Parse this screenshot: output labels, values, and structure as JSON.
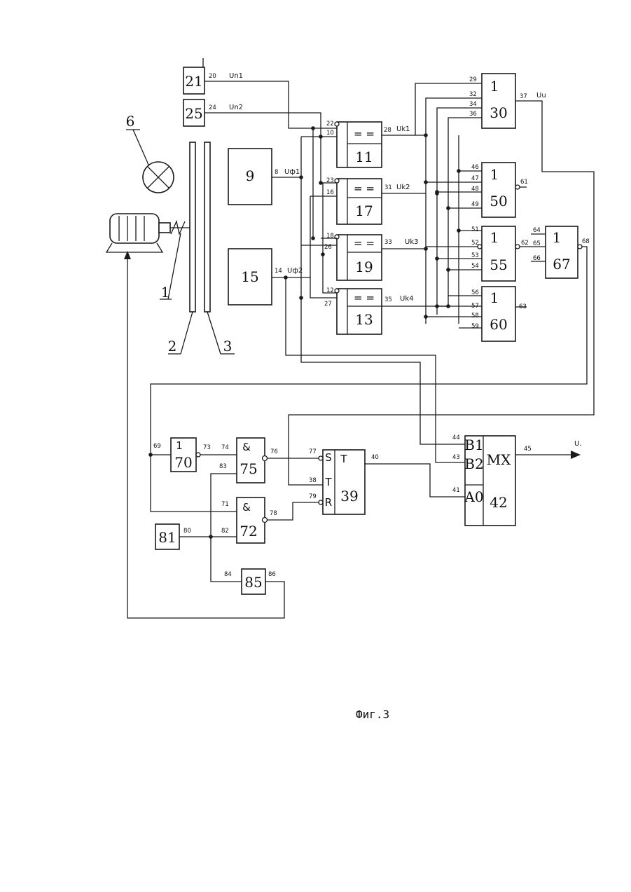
{
  "figure": {
    "caption": "Фиг.3"
  },
  "blocks": {
    "b21": "21",
    "b25": "25",
    "b9": "9",
    "b15": "15",
    "b11": "11",
    "b17": "17",
    "b19": "19",
    "b13": "13",
    "b30": "30",
    "b50": "50",
    "b55": "55",
    "b60": "60",
    "b67": "67",
    "b70": "70",
    "b75": "75",
    "b72": "72",
    "b39": "39",
    "b42": "42",
    "b81": "81",
    "b85": "85"
  },
  "block_symbols": {
    "or": "1",
    "and": "&",
    "cmp": "= =",
    "trigger": "T",
    "mux": "MX",
    "s": "S",
    "t": "T",
    "r": "R",
    "b1": "B1",
    "b2": "B2",
    "a0": "A0"
  },
  "parts": {
    "p1": "1",
    "p2": "2",
    "p3": "3",
    "p6": "6"
  },
  "signals": {
    "un1": "Un1",
    "un2": "Un2",
    "uf1": "Uф1",
    "uf2": "Uф2",
    "uk1": "Uk1",
    "uk2": "Uk2",
    "uk3": "Uk3",
    "uk4": "Uk4",
    "uu": "Uu",
    "u_out": "U."
  },
  "pins": {
    "n8": "8",
    "n10": "10",
    "n12": "12",
    "n14": "14",
    "n16": "16",
    "n18": "18",
    "n20": "20",
    "n22": "22",
    "n23": "23",
    "n24": "24",
    "n26": "26",
    "n27": "27",
    "n28": "28",
    "n29": "29",
    "n31": "31",
    "n32": "32",
    "n33": "33",
    "n34": "34",
    "n35": "35",
    "n36": "36",
    "n37": "37",
    "n38": "38",
    "n40": "40",
    "n41": "41",
    "n43": "43",
    "n44": "44",
    "n45": "45",
    "n46": "46",
    "n47": "47",
    "n48": "48",
    "n49": "49",
    "n51": "51",
    "n52": "52",
    "n53": "53",
    "n54": "54",
    "n56": "56",
    "n57": "57",
    "n58": "58",
    "n59": "59",
    "n61": "61",
    "n62": "62",
    "n63": "63",
    "n64": "64",
    "n65": "65",
    "n66": "66",
    "n68": "68",
    "n69": "69",
    "n71": "71",
    "n73": "73",
    "n74": "74",
    "n76": "76",
    "n77": "77",
    "n78": "78",
    "n79": "79",
    "n80": "80",
    "n82": "82",
    "n83": "83",
    "n84": "84",
    "n86": "86"
  }
}
